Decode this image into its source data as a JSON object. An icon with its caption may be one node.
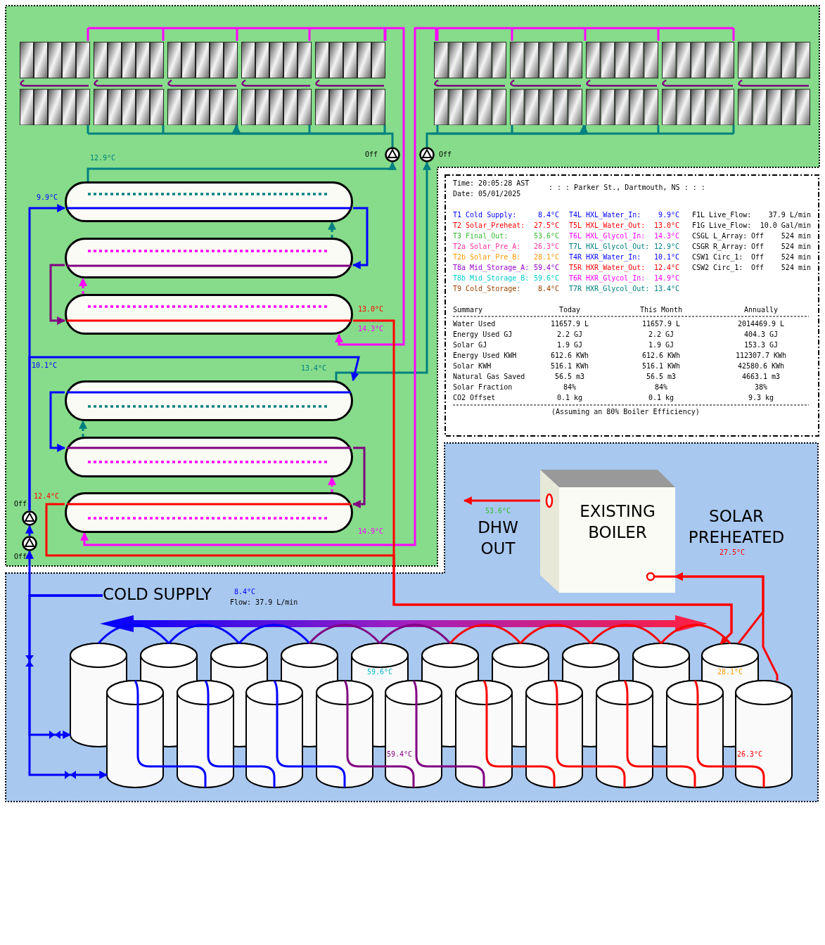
{
  "diagram": {
    "nodes": [
      {
        "text": [],
        "shape": "picture"
      },
      {
        "text": [],
        "shape": "picture"
      },
      {
        "text": [],
        "shape": "circle",
        "beside": [
          "Off"
        ]
      },
      {
        "text": [],
        "shape": "circle",
        "beside": [
          "Off"
        ]
      },
      {
        "text": [],
        "shape": "box"
      },
      {
        "text": [],
        "shape": "box"
      },
      {
        "text": [],
        "shape": "box"
      },
      {
        "text": [],
        "shape": "box"
      },
      {
        "text": [],
        "shape": "box"
      },
      {
        "text": [],
        "shape": "box"
      },
      {
        "text": [],
        "shape": "circle",
        "beside": [
          "Off"
        ]
      },
      {
        "text": [],
        "shape": "circle",
        "beside": [
          "Off"
        ]
      },
      {
        "text": [
          "COLD SUPPLY"
        ],
        "beside": [
          "8.4°C",
          "Flow: 37.9 L/min"
        ]
      },
      {
        "text": [
          "EXISTING BOILER"
        ]
      },
      {
        "text": [],
        "shape": "cylinder"
      },
      {
        "text": [],
        "shape": "cylinder"
      },
      {
        "text": [],
        "shape": "cylinder"
      },
      {
        "text": [],
        "shape": "cylinder"
      },
      {
        "text": [
          "59.6°C"
        ]
      },
      {
        "text": [],
        "shape": "cylinder"
      },
      {
        "text": [],
        "shape": "cylinder"
      },
      {
        "text": [],
        "shape": "cylinder"
      },
      {
        "text": [],
        "shape": "cylinder"
      },
      {
        "text": [
          "28.1°C"
        ]
      },
      {
        "text": [],
        "shape": "cylinder"
      },
      {
        "text": [],
        "shape": "cylinder"
      },
      {
        "text": [],
        "shape": "cylinder"
      },
      {
        "text": [],
        "shape": "cylinder"
      },
      {
        "text": [
          "59.4°C"
        ]
      },
      {
        "text": [],
        "shape": "cylinder"
      },
      {
        "text": [],
        "shape": "cylinder"
      },
      {
        "text": [],
        "shape": "cylinder"
      },
      {
        "text": [],
        "shape": "cylinder"
      },
      {
        "text": [
          "26.3°C"
        ]
      }
    ],
    "edges": [
      {
        "from": 4,
        "to": 2,
        "arrow": "to",
        "color": "#008080"
      },
      {
        "from": 2,
        "to": 0,
        "arrow": "to",
        "color": "#008080"
      },
      {
        "from": 0,
        "to": 6,
        "arrow": "to",
        "color": "#ff00ff"
      },
      {
        "from": 6,
        "to": 5,
        "arrow": "to",
        "style": "dashed",
        "color": "#ff00ff"
      },
      {
        "from": 5,
        "to": 4,
        "arrow": "to",
        "style": "dashed",
        "color": "#008080"
      },
      {
        "from": 7,
        "to": 3,
        "arrow": "to",
        "color": "#008080"
      },
      {
        "from": 3,
        "to": 1,
        "arrow": "to",
        "color": "#008080"
      },
      {
        "from": 1,
        "to": 9,
        "arrow": "to",
        "color": "#ff00ff"
      },
      {
        "from": 9,
        "to": 8,
        "arrow": "to",
        "style": "dashed",
        "color": "#ff00ff"
      },
      {
        "from": 8,
        "to": 7,
        "arrow": "to",
        "style": "dashed",
        "color": "#008080"
      },
      {
        "from": 12,
        "to": 11,
        "arrow": "to",
        "color": "#0000ff"
      },
      {
        "from": 11,
        "to": 10,
        "arrow": "to",
        "color": "#0000ff"
      },
      {
        "from": 10,
        "to": 4,
        "arrow": "to",
        "color": "#0000ff"
      },
      {
        "from": 10,
        "to": 7,
        "arrow": "to",
        "color": "#0000ff"
      },
      {
        "from": 4,
        "to": 5,
        "arrow": "to",
        "color": "#0000ff"
      },
      {
        "from": 5,
        "to": 6,
        "arrow": "to",
        "color": "#800080"
      },
      {
        "from": 7,
        "to": 8,
        "arrow": "to",
        "color": "#0000ff"
      },
      {
        "from": 8,
        "to": 9,
        "arrow": "to",
        "color": "#800080"
      },
      {
        "from": 6,
        "to": 23,
        "arrow": "to",
        "color": "#ff0000"
      },
      {
        "from": 9,
        "to": 23,
        "arrow": "to",
        "color": "#ff0000"
      },
      {
        "from": 12,
        "to": 14,
        "arrow": "to",
        "color": "#0000ff"
      },
      {
        "from": 12,
        "to": 24,
        "arrow": "to",
        "color": "#0000ff"
      },
      {
        "from": 14,
        "to": 15,
        "arrow": "none",
        "color": "#0000ff"
      },
      {
        "from": 15,
        "to": 16,
        "arrow": "none",
        "color": "#0000ff"
      },
      {
        "from": 16,
        "to": 17,
        "arrow": "none",
        "color": "#0000ff"
      },
      {
        "from": 17,
        "to": 18,
        "arrow": "none",
        "color": "#800080"
      },
      {
        "from": 18,
        "to": 19,
        "arrow": "none",
        "color": "#800080"
      },
      {
        "from": 19,
        "to": 20,
        "arrow": "none",
        "color": "#ff0000"
      },
      {
        "from": 20,
        "to": 21,
        "arrow": "none",
        "color": "#ff0000"
      },
      {
        "from": 21,
        "to": 22,
        "arrow": "none",
        "color": "#ff0000"
      },
      {
        "from": 22,
        "to": 23,
        "arrow": "none",
        "color": "#ff0000"
      },
      {
        "from": 24,
        "to": 25,
        "arrow": "none",
        "color": "#0000ff"
      },
      {
        "from": 25,
        "to": 26,
        "arrow": "none",
        "color": "#0000ff"
      },
      {
        "from": 26,
        "to": 27,
        "arrow": "none",
        "color": "#0000ff"
      },
      {
        "from": 27,
        "to": 28,
        "arrow": "none",
        "color": "#800080"
      },
      {
        "from": 28,
        "to": 29,
        "arrow": "none",
        "color": "#800080"
      },
      {
        "from": 29,
        "to": 30,
        "arrow": "none",
        "color": "#ff0000"
      },
      {
        "from": 30,
        "to": 31,
        "arrow": "none",
        "color": "#ff0000"
      },
      {
        "from": 31,
        "to": 32,
        "arrow": "none",
        "color": "#ff0000"
      },
      {
        "from": 32,
        "to": 33,
        "arrow": "none",
        "color": "#ff0000"
      },
      {
        "from": 23,
        "to": 13,
        "arrow": "to",
        "color": "#ff0000"
      },
      {
        "from": 33,
        "to": 13,
        "arrow": "to",
        "color": "#ff0000"
      },
      {
        "from": 13,
        "to": null,
        "arrow": "to",
        "color": "#ff0000"
      }
    ],
    "labels": [
      "12.9°C",
      "9.9°C",
      "13.0°C",
      "14.3°C",
      "10.1°C",
      "13.4°C",
      "12.4°C",
      "14.9°C",
      "53.6°C",
      "DHW OUT",
      "SOLAR PREHEATED",
      "27.5°C",
      "Time: 20:05:28 AST",
      "Date: 05/01/2025",
      ": : : Parker St., Dartmouth, NS : : :",
      "T1 Cold Supply:",
      "8.4°C",
      "T4L HXL_Water_In:",
      "9.9°C",
      "F1L Live_Flow:",
      "37.9 L/min",
      "T2 Solar_Preheat:",
      "27.5°C",
      "T5L HXL_Water_Out:",
      "13.0°C",
      "F1G Live_Flow:",
      "10.0 Gal/min",
      "T3 Final_Out:",
      "53.6°C",
      "T6L HXL_Glycol_In:",
      "14.3°C",
      "CSGL L_Array:",
      "Off",
      "524 min",
      "T2a Solar_Pre_A:",
      "26.3°C",
      "T7L HXL_Glycol_Out:",
      "12.9°C",
      "CSGR R_Array:",
      "Off",
      "524 min",
      "T2b Solar_Pre_B:",
      "28.1°C",
      "T4R HXR_Water_In:",
      "10.1°C",
      "CSW1 Circ_1:",
      "Off",
      "524 min",
      "T8a Mid_Storage_A:",
      "59.4°C",
      "T5R HXR_Water_Out:",
      "12.4°C",
      "CSW2 Circ_1:",
      "Off",
      "524 min",
      "T8b Mid_Storage_B:",
      "59.6°C",
      "T6R HXR_Glycol_In:",
      "14.9°C",
      "T9 Cold_Storage:",
      "8.4°C",
      "T7R HXR_Glycol_Out:",
      "13.4°C",
      "Summary",
      "Today",
      "This Month",
      "Annually",
      "Water Used",
      "11657.9 L",
      "11657.9 L",
      "2014469.9 L",
      "Energy Used GJ",
      "2.2 GJ",
      "2.2 GJ",
      "404.3 GJ",
      "Solar GJ",
      "1.9 GJ",
      "1.9 GJ",
      "153.3 GJ",
      "Energy Used KWH",
      "612.6 KWh",
      "612.6 KWh",
      "112307.7 KWh",
      "Solar KWH",
      "516.1 KWh",
      "516.1 KWh",
      "42580.6 KWh",
      "Natural Gas Saved",
      "56.5 m3",
      "56.5 m3",
      "4663.1 m3",
      "Solar Fraction",
      "84%",
      "84%",
      "38%",
      "CO2 Offset",
      "0.1 kg",
      "0.1 kg",
      "9.3 kg",
      "(Assuming an 80% Boiler Efficiency)"
    ]
  }
}
